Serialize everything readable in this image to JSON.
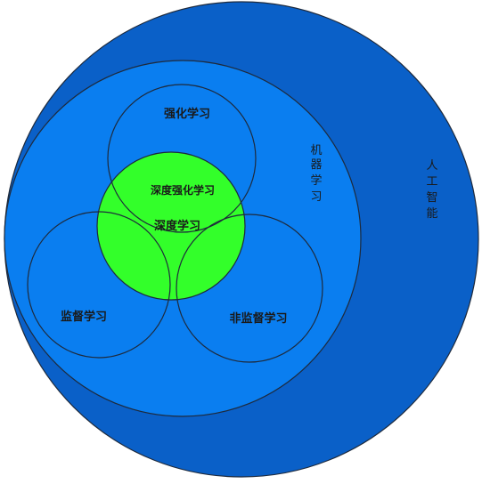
{
  "labels": {
    "ai": [
      "人",
      "工",
      "智",
      "能"
    ],
    "ml": [
      "机",
      "器",
      "学",
      "习"
    ],
    "rl": "强化学习",
    "drl": "深度强化学习",
    "dl": "深度学习",
    "sl": "监督学习",
    "ul": "非监督学习"
  },
  "colors": {
    "ai_fill": "#0a60c8",
    "ml_fill": "#0a7ef0",
    "dl_fill": "#33ff2a",
    "outline": "#1e2a3c"
  }
}
